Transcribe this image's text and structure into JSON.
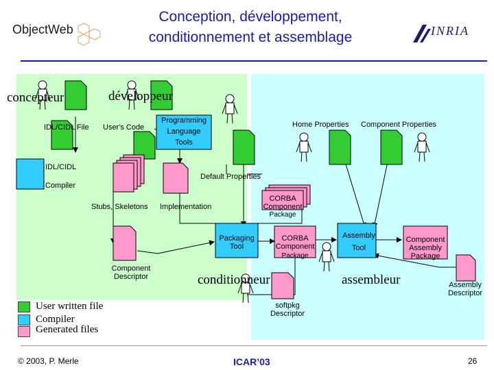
{
  "title": {
    "line1": "Conception, développement,",
    "line2": "conditionnement et assemblage"
  },
  "logos": {
    "objectweb": "ObjectWeb",
    "inria": "INRIA"
  },
  "roles": {
    "concepteur": "concepteur",
    "developpeur": "développeur",
    "conditionneur": "conditionneur",
    "assembleur": "assembleur"
  },
  "labels": {
    "idl_cidl_file": "IDL/CIDL File",
    "users_code": "User's Code",
    "programming_language_1": "Programming",
    "programming_language_2": "Language",
    "programming_language_3": "Tools",
    "idl_cidl_compiler_1": "IDL/CIDL",
    "idl_cidl_compiler_2": "Compiler",
    "default_properties": "Default Properties",
    "home_properties": "Home Properties",
    "component_properties": "Component Properties",
    "stubs_skeletons": "Stubs, Skeletons",
    "implementation": "Implementation",
    "corba_component_1": "CORBA",
    "corba_component_2": "Component",
    "package_1": "Package",
    "packaging_tool_1": "Packaging",
    "packaging_tool_2": "Tool",
    "corba_component_b1": "CORBA",
    "corba_component_b2": "Component",
    "package_2": "Package",
    "assembly_tool_1": "Assembly",
    "assembly_tool_2": "Tool",
    "component_assembly_package_1": "Component",
    "component_assembly_package_2": "Assembly",
    "component_assembly_package_3": "Package",
    "component_descriptor_1": "Component",
    "component_descriptor_2": "Descriptor",
    "softpkg_descriptor_1": "softpkg",
    "softpkg_descriptor_2": "Descriptor",
    "assembly_descriptor_1": "Assembly",
    "assembly_descriptor_2": "Descriptor"
  },
  "legend": {
    "user_written": "User written file",
    "compiler": "Compiler",
    "generated": "Generated files"
  },
  "colors": {
    "user_written": "#33cc33",
    "compiler": "#33ccff",
    "generated": "#ff99cc",
    "green_panel": "#ccffcc",
    "cyan_panel": "#ccffff",
    "title": "#1a1aa6"
  },
  "footer": {
    "left": "© 2003, P. Merle",
    "center": "ICAR’03",
    "right": "26"
  }
}
